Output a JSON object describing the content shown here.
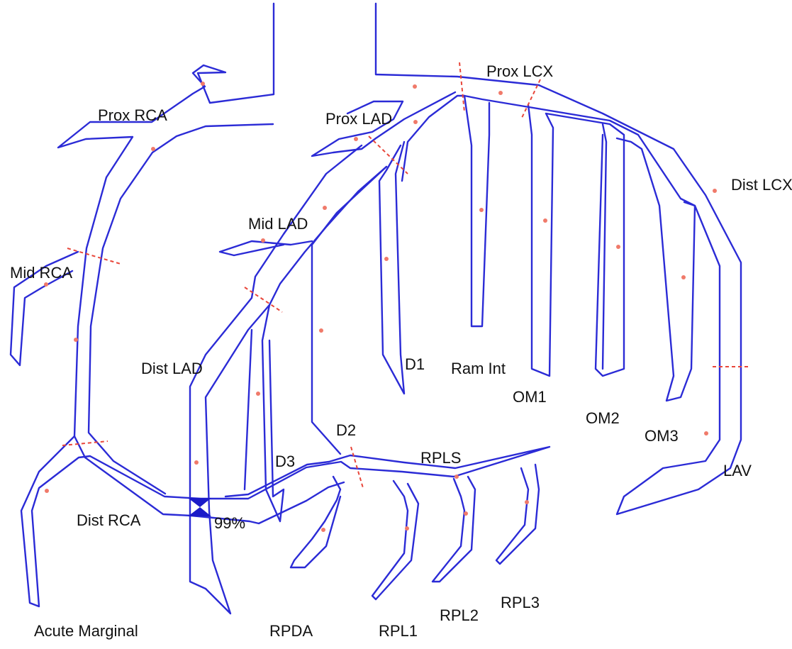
{
  "colors": {
    "vessel": "#2b2bd6",
    "segment_boundary": "#e8463a",
    "marker_dot": "#f07a6a",
    "stenosis": "#1b1bc8"
  },
  "labels": {
    "prox_rca": "Prox RCA",
    "mid_rca": "Mid RCA",
    "dist_rca": "Dist RCA",
    "acute_marginal": "Acute Marginal",
    "prox_lad": "Prox LAD",
    "mid_lad": "Mid LAD",
    "dist_lad": "Dist LAD",
    "d1": "D1",
    "d2": "D2",
    "d3": "D3",
    "prox_lcx": "Prox LCX",
    "dist_lcx": "Dist LCX",
    "ram_int": "Ram Int",
    "om1": "OM1",
    "om2": "OM2",
    "om3": "OM3",
    "lav": "LAV",
    "rpls": "RPLS",
    "rpda": "RPDA",
    "rpl1": "RPL1",
    "rpl2": "RPL2",
    "rpl3": "RPL3",
    "stenosis": "99%"
  }
}
